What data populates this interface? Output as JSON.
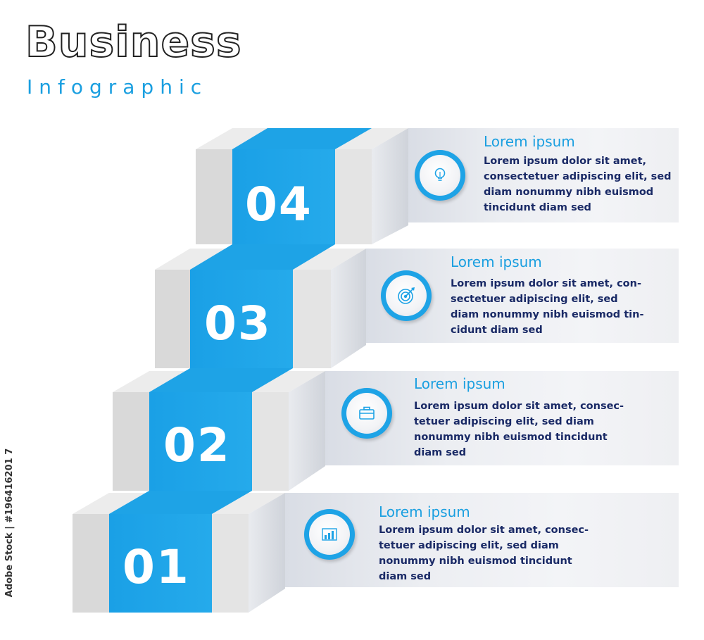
{
  "header": {
    "title": "Business",
    "subtitle": "Infographic"
  },
  "side_text": "Adobe Stock | #196416201 7",
  "colors": {
    "accent": "#1ea3e6",
    "body_text": "#1a2a66",
    "stair_front": "#d8d8d8",
    "stair_top": "#e9e9e9"
  },
  "steps": [
    {
      "number": "01",
      "title": "Lorem ipsum",
      "body": "Lorem ipsum dolor sit amet, consec-\ntetuer adipiscing elit, sed diam\nnonummy nibh euismod tincidunt\ndiam  sed",
      "icon": "bar-chart-icon"
    },
    {
      "number": "02",
      "title": "Lorem ipsum",
      "body": "Lorem ipsum dolor sit amet, consec-\ntetuer adipiscing elit, sed diam\nnonummy nibh euismod tincidunt\ndiam  sed",
      "icon": "briefcase-icon"
    },
    {
      "number": "03",
      "title": "Lorem ipsum",
      "body": "Lorem ipsum dolor sit amet, con-\nsectetuer adipiscing elit, sed\ndiam nonummy nibh euismod tin-\ncidunt diam  sed",
      "icon": "target-icon"
    },
    {
      "number": "04",
      "title": "Lorem ipsum",
      "body": "Lorem ipsum dolor sit amet,\nconsectetuer adipiscing elit, sed\ndiam nonummy nibh euismod\ntincidunt diam  sed",
      "icon": "lightbulb-icon"
    }
  ]
}
